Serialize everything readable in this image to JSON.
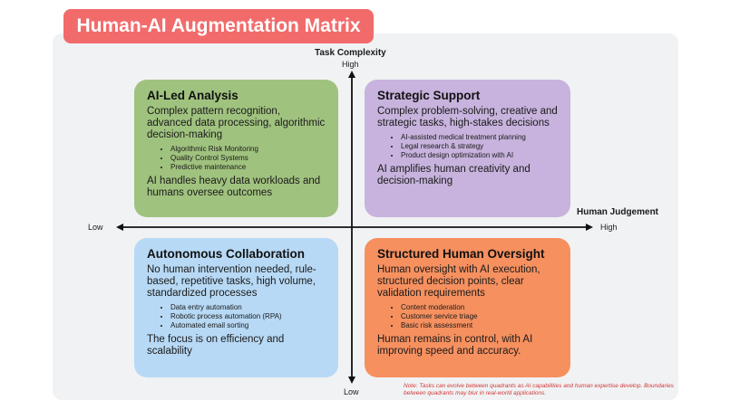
{
  "title": "Human-AI Augmentation Matrix",
  "axes": {
    "vertical_title": "Task Complexity",
    "vertical_high": "High",
    "vertical_low": "Low",
    "horizontal_title": "Human Judgement",
    "horizontal_low": "Low",
    "horizontal_high": "High"
  },
  "quadrants": {
    "top_left": {
      "title": "AI-Led Analysis",
      "description": "Complex pattern recognition, advanced data processing, algorithmic decision-making",
      "examples": [
        "Algorithmic Risk Monitoring",
        "Quality Control Systems",
        "Predictive maintenance"
      ],
      "outcome": "AI handles heavy data workloads and humans oversee outcomes",
      "color": "#a0c27f"
    },
    "top_right": {
      "title": "Strategic Support",
      "description": "Complex problem-solving, creative and strategic tasks, high-stakes decisions",
      "examples": [
        "AI-assisted medical treatment planning",
        "Legal research & strategy",
        "Product design optimization with AI"
      ],
      "outcome": "AI amplifies human creativity and decision-making",
      "color": "#c7b3dd"
    },
    "bottom_left": {
      "title": "Autonomous Collaboration",
      "description": "No human intervention needed, rule-based, repetitive tasks, high volume, standardized processes",
      "examples": [
        "Data entry automation",
        "Robotic process automation (RPA)",
        "Automated email sorting"
      ],
      "outcome": "The focus is on efficiency and scalability",
      "color": "#b7d9f5"
    },
    "bottom_right": {
      "title": "Structured Human Oversight",
      "description": "Human oversight with AI execution, structured decision points, clear validation requirements",
      "examples": [
        "Content moderation",
        "Customer service triage",
        "Basic risk assessment"
      ],
      "outcome": "Human remains in control, with AI improving speed and accuracy.",
      "color": "#f6905f"
    }
  },
  "note": "Note: Tasks can evolve between quadrants as AI capabilities and human expertise develop. Boundaries between quadrants may blur in real-world applications.",
  "colors": {
    "title_background": "#f26b6b",
    "panel_background": "#f1f2f4",
    "note_text": "#d13a3a"
  }
}
